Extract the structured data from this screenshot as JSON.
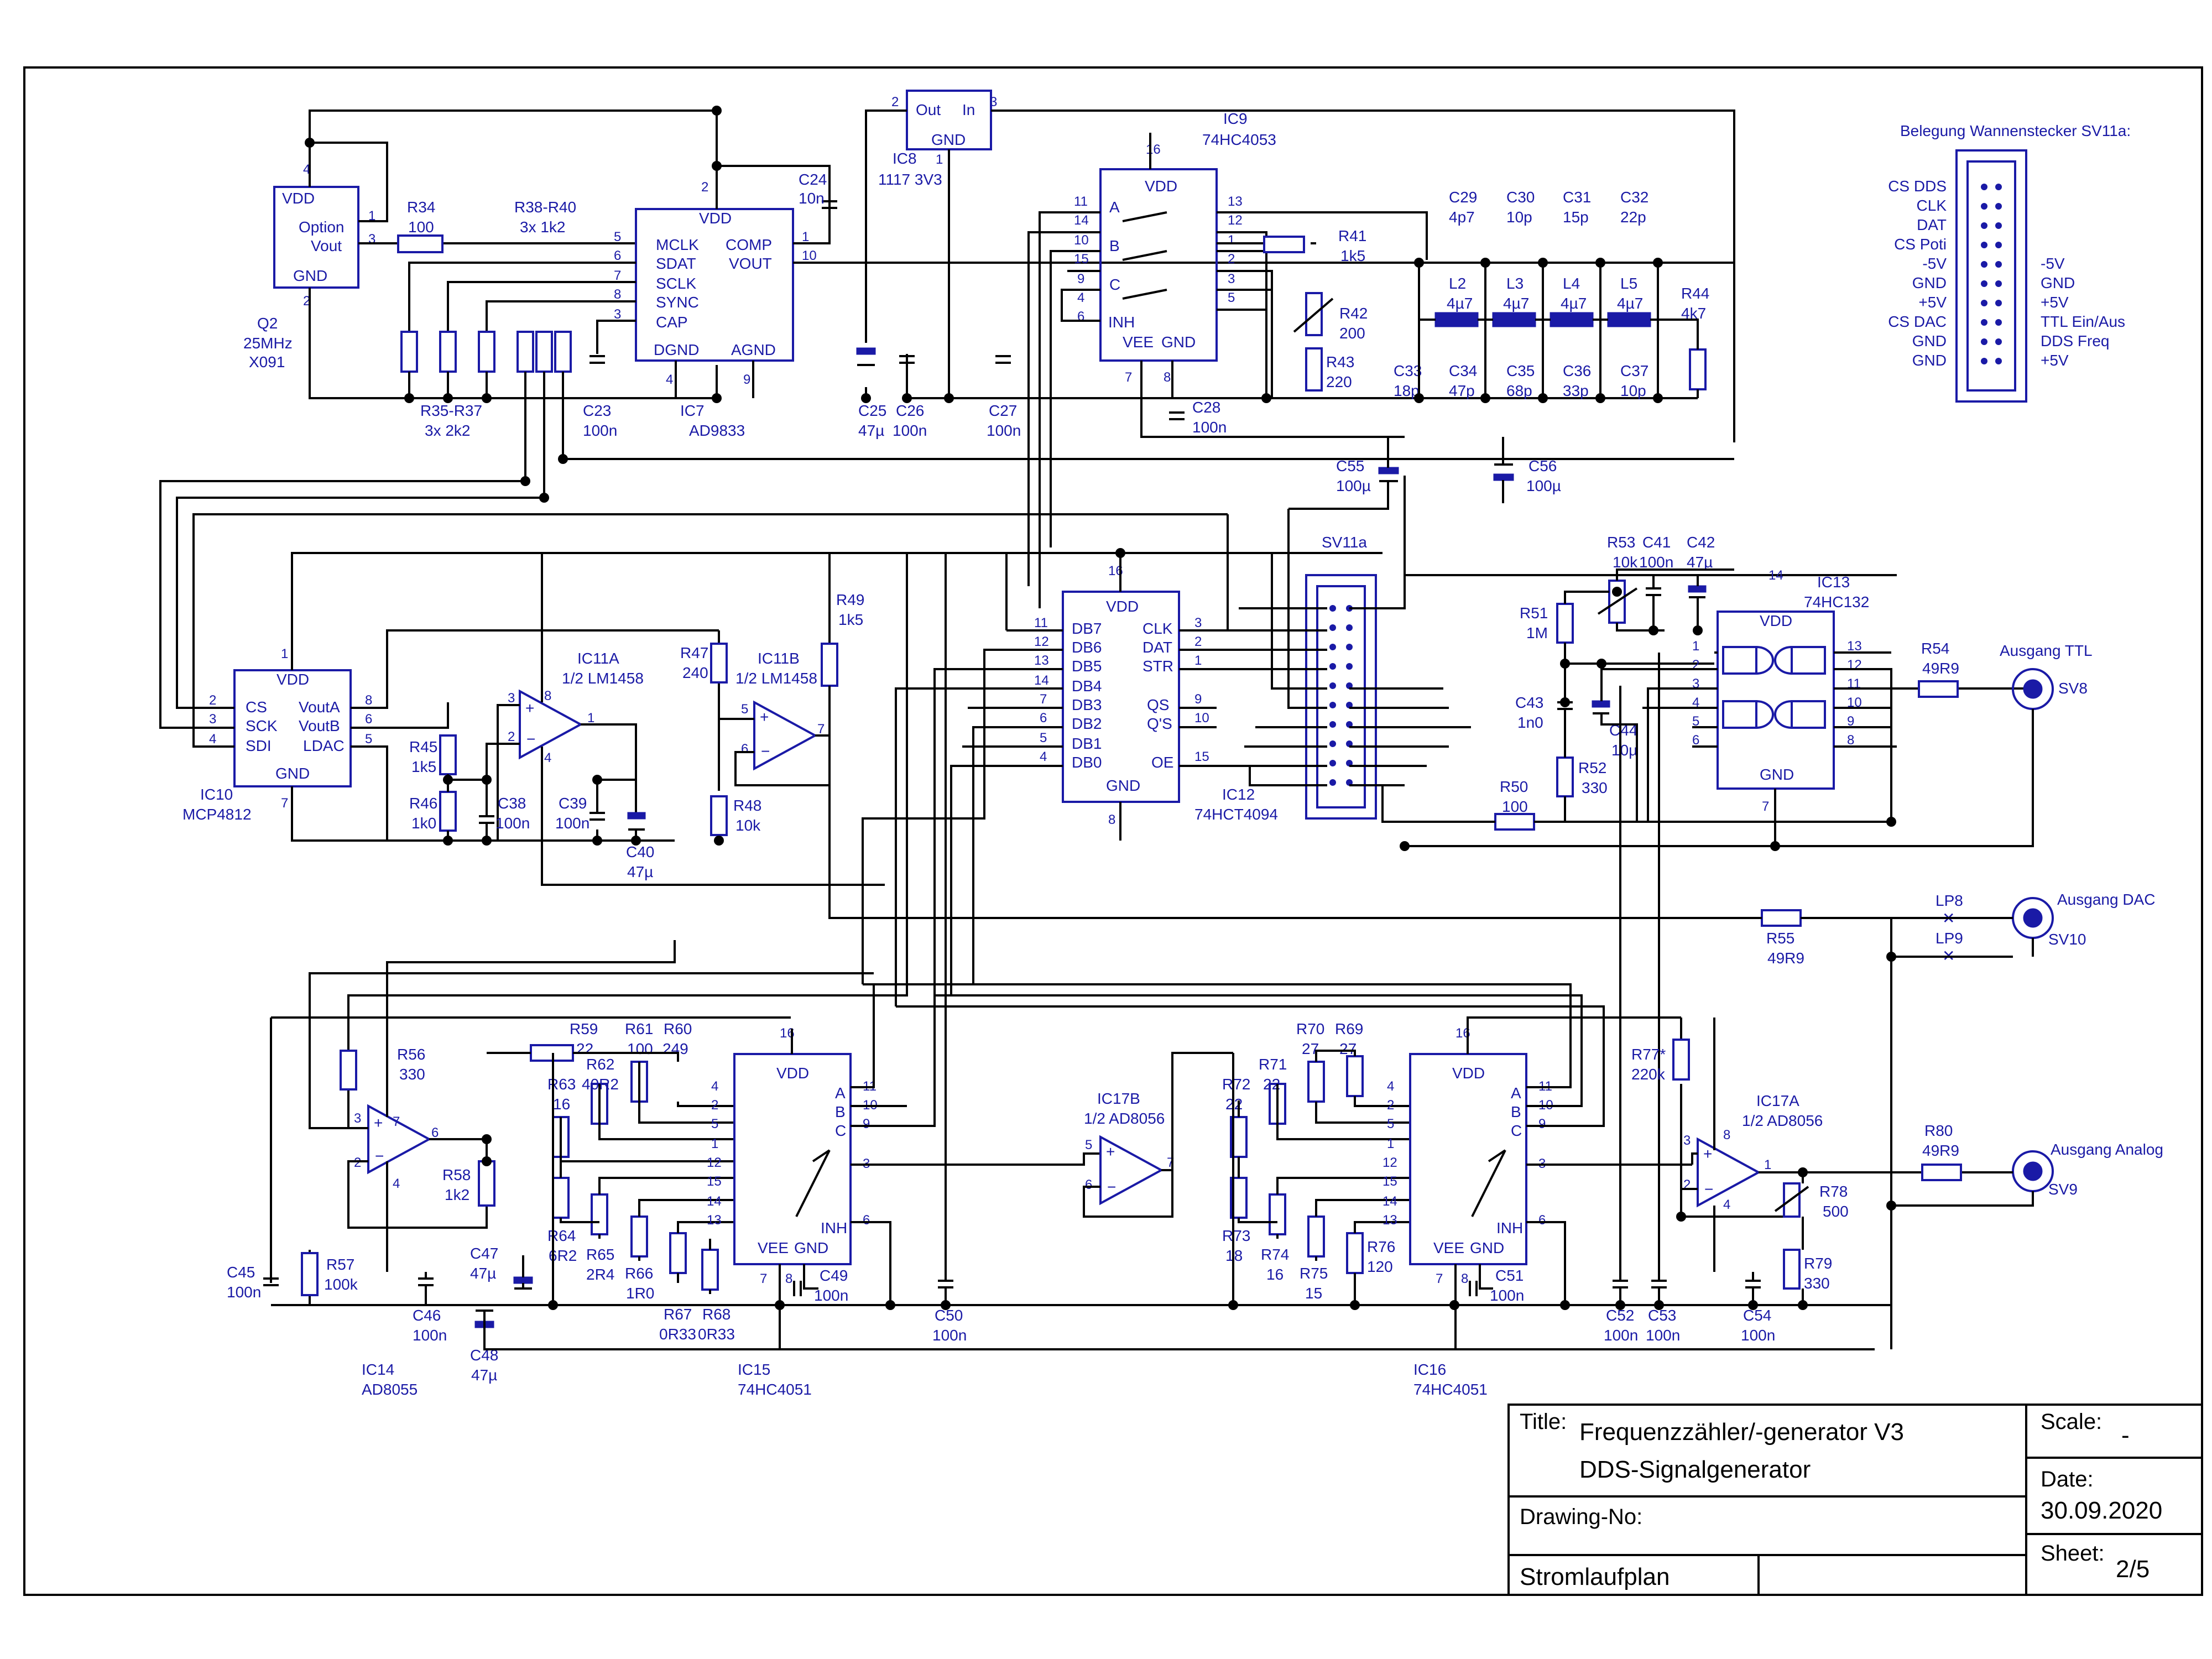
{
  "title_block": {
    "title_label": "Title:",
    "title_line1": "Frequenzzähler/-generator V3",
    "title_line2": "DDS-Signalgenerator",
    "drawing_no_label": "Drawing-No:",
    "drawing_no": "",
    "footer_text": "Stromlaufplan",
    "scale_label": "Scale:",
    "scale_value": "-",
    "date_label": "Date:",
    "date_value": "30.09.2020",
    "sheet_label": "Sheet:",
    "sheet_value": "2/5"
  },
  "connector_pinout": {
    "heading": "Belegung Wannenstecker SV11a:",
    "left_labels": [
      "CS DDS",
      "CLK",
      "DAT",
      "CS Poti",
      "-5V",
      "GND",
      "+5V",
      "CS DAC",
      "GND",
      "GND"
    ],
    "right_labels": [
      "-5V",
      "GND",
      "+5V",
      "TTL Ein/Aus",
      "DDS Freq",
      "+5V"
    ]
  },
  "components": {
    "q2": {
      "ref": "Q2",
      "value": "25MHz",
      "part": "X091",
      "pins": [
        "VDD",
        "Option",
        "Vout",
        "GND"
      ],
      "pin_numbers": [
        "4",
        "1",
        "3",
        "2"
      ]
    },
    "ic7": {
      "ref": "IC7",
      "part": "AD9833",
      "pins_left": [
        "MCLK",
        "SDAT",
        "SCLK",
        "SYNC",
        "CAP",
        "DGND"
      ],
      "pins_right": [
        "COMP",
        "VOUT",
        "AGND"
      ],
      "vdd": "VDD",
      "pin_numbers": [
        "5",
        "6",
        "7",
        "8",
        "3",
        "4",
        "1",
        "10",
        "9",
        "2"
      ]
    },
    "ic8": {
      "ref": "IC8",
      "part": "1117 3V3",
      "pins": [
        "Out",
        "In",
        "GND"
      ],
      "pin_numbers": [
        "2",
        "3",
        "1"
      ]
    },
    "ic9": {
      "ref": "IC9",
      "part": "74HC4053",
      "pins": [
        "VDD",
        "A",
        "B",
        "C",
        "INH",
        "VEE",
        "GND"
      ],
      "pin_numbers": [
        "16",
        "11",
        "14",
        "10",
        "15",
        "9",
        "4",
        "6",
        "13",
        "12",
        "1",
        "2",
        "3",
        "5",
        "7",
        "8"
      ]
    },
    "ic10": {
      "ref": "IC10",
      "part": "MCP4812",
      "pins_left": [
        "VDD",
        "CS",
        "SCK",
        "SDI",
        "GND"
      ],
      "pins_right": [
        "VoutA",
        "VoutB",
        "LDAC"
      ],
      "pin_numbers": [
        "1",
        "2",
        "3",
        "4",
        "7",
        "8",
        "6",
        "5"
      ]
    },
    "ic11a": {
      "ref": "IC11A",
      "part": "1/2 LM1458",
      "pin_numbers": [
        "3",
        "2",
        "1",
        "8",
        "4"
      ]
    },
    "ic11b": {
      "ref": "IC11B",
      "part": "1/2 LM1458",
      "pin_numbers": [
        "5",
        "6",
        "7"
      ]
    },
    "ic12": {
      "ref": "IC12",
      "part": "74HCT4094",
      "pins_left": [
        "DB7",
        "DB6",
        "DB5",
        "DB4",
        "DB3",
        "DB2",
        "DB1",
        "DB0"
      ],
      "pins_right": [
        "CLK",
        "DAT",
        "STR",
        "QS",
        "Q'S",
        "OE"
      ],
      "vdd": "VDD",
      "gnd": "GND",
      "pin_numbers": [
        "16",
        "11",
        "12",
        "13",
        "14",
        "7",
        "6",
        "5",
        "4",
        "3",
        "2",
        "1",
        "9",
        "10",
        "15",
        "8"
      ]
    },
    "ic13": {
      "ref": "IC13",
      "part": "74HC132",
      "vdd": "VDD",
      "gnd": "GND",
      "pin_numbers": [
        "14",
        "1",
        "2",
        "3",
        "4",
        "5",
        "6",
        "13",
        "12",
        "11",
        "10",
        "9",
        "8",
        "7"
      ]
    },
    "ic14": {
      "ref": "IC14",
      "part": "AD8055",
      "pin_numbers": [
        "3",
        "2",
        "7",
        "6",
        "4"
      ]
    },
    "ic15": {
      "ref": "IC15",
      "part": "74HC4051",
      "pins": [
        "VDD",
        "A",
        "B",
        "C",
        "INH",
        "VEE",
        "GND"
      ],
      "pin_numbers": [
        "16",
        "4",
        "2",
        "5",
        "1",
        "12",
        "15",
        "14",
        "13",
        "11",
        "10",
        "9",
        "3",
        "6",
        "7",
        "8"
      ]
    },
    "ic16": {
      "ref": "IC16",
      "part": "74HC4051",
      "pins": [
        "VDD",
        "A",
        "B",
        "C",
        "INH",
        "VEE",
        "GND"
      ],
      "pin_numbers": [
        "16",
        "4",
        "2",
        "5",
        "1",
        "12",
        "15",
        "14",
        "13",
        "11",
        "10",
        "9",
        "3",
        "6",
        "7",
        "8"
      ]
    },
    "ic17a": {
      "ref": "IC17A",
      "part": "1/2 AD8056",
      "pin_numbers": [
        "3",
        "2",
        "1",
        "8",
        "4"
      ]
    },
    "ic17b": {
      "ref": "IC17B",
      "part": "1/2 AD8056",
      "pin_numbers": [
        "5",
        "6",
        "7"
      ]
    },
    "sv11a": {
      "ref": "SV11a"
    }
  },
  "passives": {
    "R34": "100",
    "R38-R40": "3x 1k2",
    "R35-R37": "3x 2k2",
    "C24": "10n",
    "C23": "100n",
    "C25": "47µ",
    "C26": "100n",
    "C27": "100n",
    "C28": "100n",
    "R41": "1k5",
    "R42": "200",
    "R43": "220",
    "R44": "4k7",
    "C29": "4p7",
    "C30": "10p",
    "C31": "15p",
    "C32": "22p",
    "L2": "4µ7",
    "L3": "4µ7",
    "L4": "4µ7",
    "L5": "4µ7",
    "C33": "18p",
    "C34": "47p",
    "C35": "68p",
    "C36": "33p",
    "C37": "10p",
    "C55": "100µ",
    "C56": "100µ",
    "R45": "1k5",
    "R46": "1k0",
    "C38": "100n",
    "C39": "100n",
    "C40": "47µ",
    "R47": "240",
    "R48": "10k",
    "R49": "1k5",
    "R53": "10k",
    "C41": "100n",
    "C42": "47µ",
    "R51": "1M",
    "C43": "1n0",
    "C44": "10µ",
    "R52": "330",
    "R50": "100",
    "R54": "49R9",
    "R55": "49R9",
    "R56": "330",
    "R57": "100k",
    "R58": "1k2",
    "C45": "100n",
    "C46": "100n",
    "C47": "47µ",
    "C48": "47µ",
    "R59": "22",
    "R61": "100",
    "R60": "249",
    "R62": "40R2",
    "R63": "16",
    "R64": "6R2",
    "R65": "2R4",
    "R66": "1R0",
    "R67": "0R33",
    "R68": "0R33",
    "C49": "100n",
    "C50": "100n",
    "R70": "27",
    "R69": "27",
    "R71": "22",
    "R72": "22",
    "R73": "18",
    "R74": "16",
    "R75": "15",
    "R76": "120",
    "C51": "100n",
    "C52": "100n",
    "C53": "100n",
    "C54": "100n",
    "R77*": "220k",
    "R78": "500",
    "R79": "330",
    "R80": "49R9"
  },
  "connectors": {
    "ttl": {
      "label": "Ausgang TTL",
      "ref": "SV8"
    },
    "dac": {
      "label": "Ausgang DAC",
      "ref": "SV10",
      "jumpers": [
        "LP8",
        "LP9"
      ]
    },
    "analog": {
      "label": "Ausgang Analog",
      "ref": "SV9"
    }
  }
}
